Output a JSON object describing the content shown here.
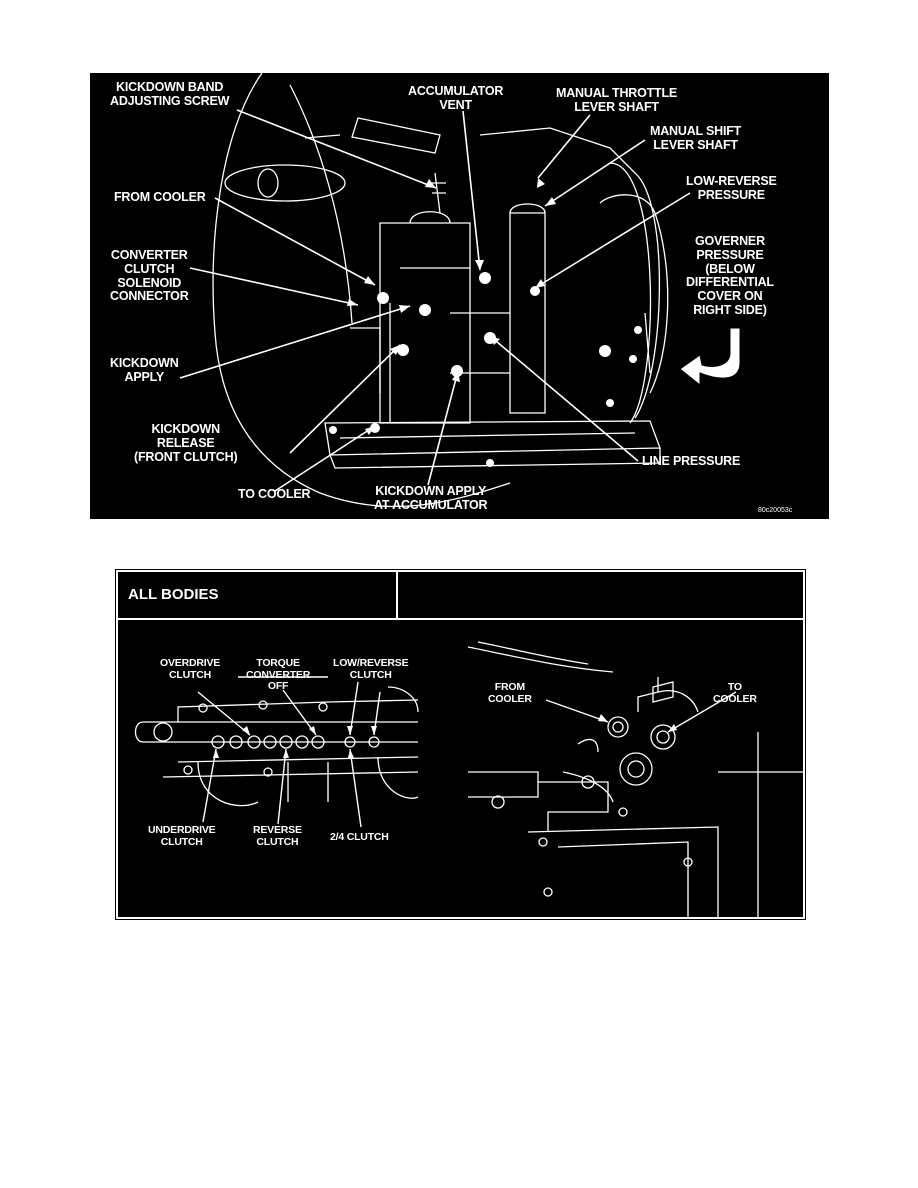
{
  "figure1": {
    "labels": {
      "kickdown_band": "KICKDOWN BAND\nADJUSTING SCREW",
      "accumulator_vent": "ACCUMULATOR\nVENT",
      "manual_throttle": "MANUAL THROTTLE\nLEVER SHAFT",
      "manual_shift": "MANUAL SHIFT\nLEVER SHAFT",
      "from_cooler": "FROM COOLER",
      "low_reverse": "LOW-REVERSE\nPRESSURE",
      "converter_clutch": "CONVERTER\nCLUTCH\nSOLENOID\nCONNECTOR",
      "governer": "GOVERNER\nPRESSURE\n(BELOW\nDIFFERENTIAL\nCOVER ON\nRIGHT SIDE)",
      "kickdown_apply": "KICKDOWN\nAPPLY",
      "kickdown_release": "KICKDOWN\nRELEASE\n(FRONT CLUTCH)",
      "line_pressure": "LINE PRESSURE",
      "to_cooler": "TO COOLER",
      "kickdown_apply_accum": "KICKDOWN APPLY\nAT ACCUMULATOR"
    },
    "code": "80c20053c"
  },
  "figure2": {
    "title": "ALL BODIES",
    "labels": {
      "overdrive": "OVERDRIVE\nCLUTCH",
      "torque": "TORQUE\nCONVERTER\nOFF",
      "low_rev": "LOW/REVERSE\nCLUTCH",
      "underdrive": "UNDERDRIVE\nCLUTCH",
      "reverse": "REVERSE\nCLUTCH",
      "two_four": "2/4 CLUTCH",
      "from_cooler": "FROM\nCOOLER",
      "to_cooler": "TO\nCOOLER"
    }
  }
}
